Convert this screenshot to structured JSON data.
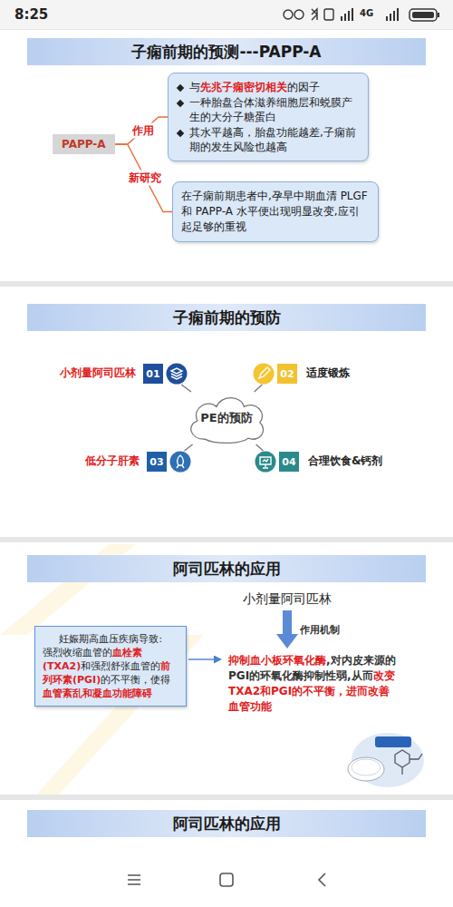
{
  "diagram": {
    "nodes": [
      {
        "text": [
          "子痫前期的预测---PAPP-A"
        ]
      },
      {
        "text": [
          "PAPP-A"
        ]
      },
      {
        "text": [
          "与先兆子痫密切相关的因子",
          "一种胎盘合体滋养细胞层和蜕膜产生的大分子糖蛋白",
          "其水平越高，胎盘功能越差,子痫前期的发生风险也越高"
        ]
      },
      {
        "text": [
          "在子痫前期患者中,孕早中期血清 PLGF 和 PAPP-A 水平便出现明显改变,应引起足够的重视"
        ]
      },
      {
        "text": [
          "子痫前期的预防"
        ]
      },
      {
        "text": [
          "PE的预防"
        ]
      },
      {
        "text": [
          "01",
          "小剂量阿司匹林"
        ]
      },
      {
        "text": [
          "02",
          "适度锻炼"
        ]
      },
      {
        "text": [
          "03",
          "低分子肝素"
        ]
      },
      {
        "text": [
          "04",
          "合理饮食&钙剂"
        ]
      },
      {
        "text": [
          "阿司匹林的应用"
        ]
      },
      {
        "text": [
          "妊娠期高血压疾病导致:",
          "强烈收缩血管的血栓素(TXA2)和强烈舒张血管的前列环素(PGI)的不平衡，使得血管紊乱和凝血功能障碍"
        ]
      },
      {
        "text": [
          "小剂量阿司匹林"
        ]
      },
      {
        "text": [
          "抑制血小板环氧化酶,对内皮来源的PGI的环氧化酶抑制性弱,从而改变TXA2和PGI的不平衡，进而改善血管功能"
        ]
      },
      {
        "text": [
          "阿司匹林的应用"
        ]
      }
    ],
    "edges": [
      {
        "from": 1,
        "to": 2,
        "label": "作用",
        "arrow": "none"
      },
      {
        "from": 1,
        "to": 3,
        "label": "新研究",
        "arrow": "none"
      },
      {
        "from": 5,
        "to": 6,
        "arrow": "none"
      },
      {
        "from": 5,
        "to": 7,
        "arrow": "none"
      },
      {
        "from": 5,
        "to": 8,
        "arrow": "none"
      },
      {
        "from": 5,
        "to": 9,
        "arrow": "none"
      },
      {
        "from": 11,
        "to": 13,
        "arrow": "to"
      },
      {
        "from": 12,
        "to": 13,
        "label": "作用机制",
        "arrow": "to"
      }
    ],
    "labels": [
      "8:25",
      "4G"
    ]
  }
}
